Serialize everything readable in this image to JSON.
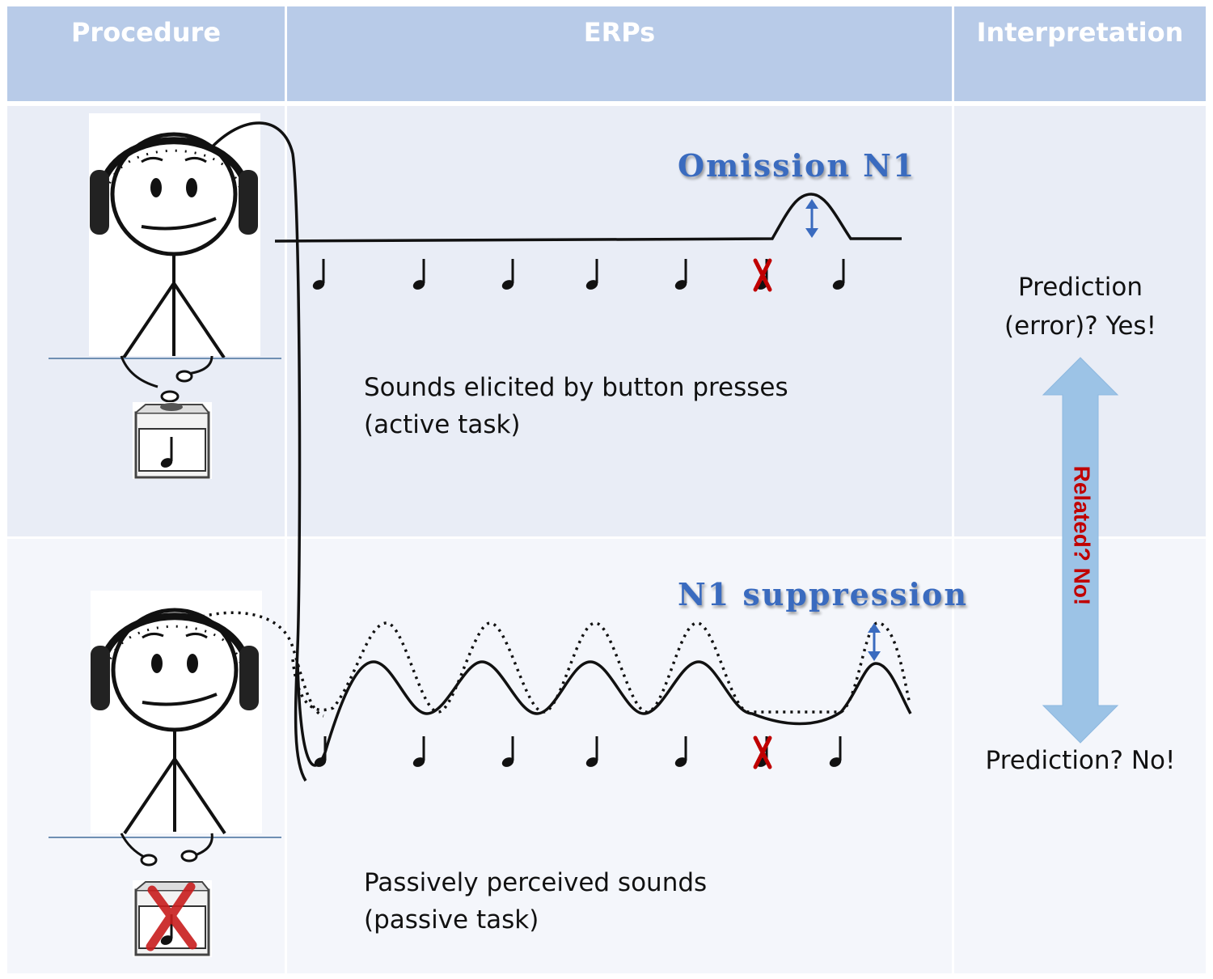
{
  "headers": {
    "procedure": "Procedure",
    "erps": "ERPs",
    "interpretation": "Interpretation"
  },
  "active": {
    "label": "Omission N1",
    "caption_line1": "Sounds elicited by button presses",
    "caption_line2": "(active task)",
    "interpretation_line1": "Prediction",
    "interpretation_line2": "(error)? Yes!"
  },
  "passive": {
    "label": "N1 suppression",
    "caption_line1": "Passively perceived sounds",
    "caption_line2": "(passive task)",
    "interpretation": "Prediction? No!"
  },
  "relation_label": "Related? No!",
  "colors": {
    "header_bg": "#b8cbe8",
    "row1_bg": "#e9edf6",
    "row2_bg": "#f4f6fb",
    "accent_blue": "#3a6bbf",
    "arrow_blue": "#9cc3e6",
    "omission_red": "#c00000"
  },
  "icons": [
    "person-with-headphones-icon",
    "button-box-icon",
    "music-note-icon",
    "omitted-note-icon",
    "double-arrow-icon"
  ]
}
